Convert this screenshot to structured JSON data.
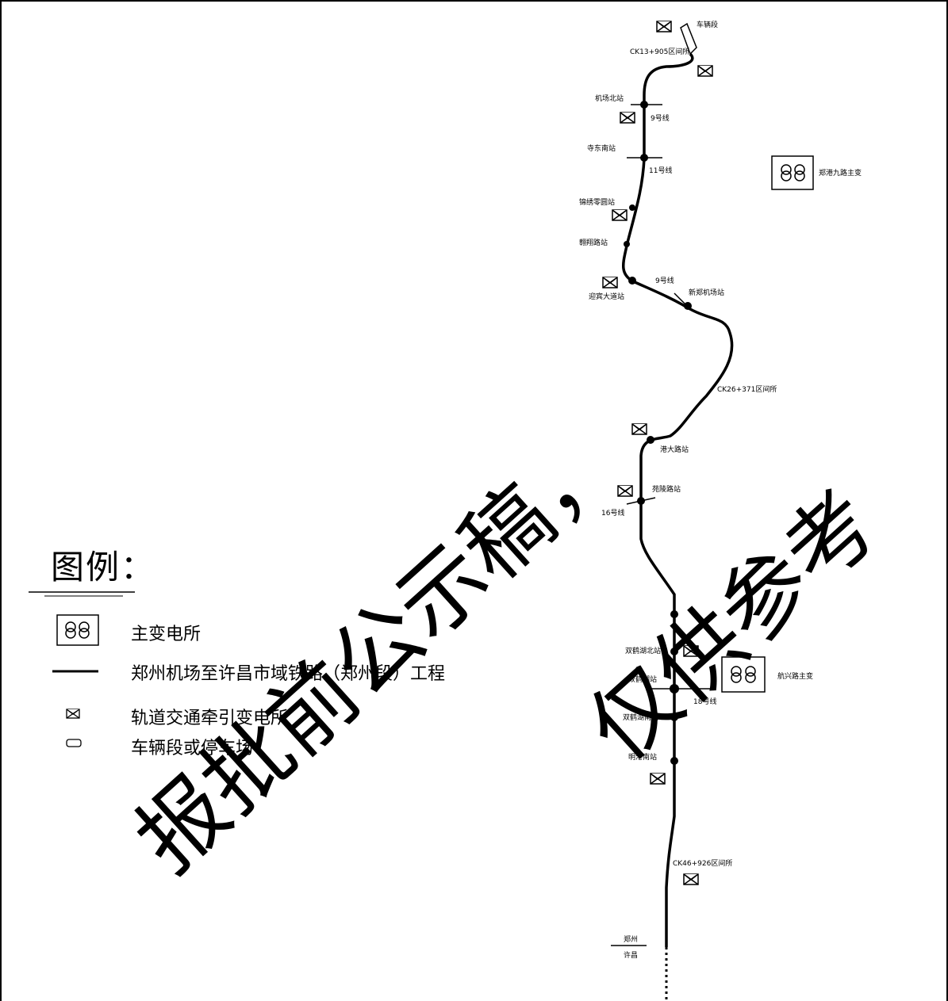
{
  "legend": {
    "title": "图例：",
    "items": [
      {
        "icon": "main-substation-icon",
        "label": "主变电所"
      },
      {
        "icon": "line-icon",
        "label": "郑州机场至许昌市域铁路（郑州段）工程"
      },
      {
        "icon": "traction-substation-icon",
        "label": "轨道交通牵引变电所"
      },
      {
        "icon": "depot-icon",
        "label": "车辆段或停车场"
      }
    ]
  },
  "map": {
    "labels": {
      "depot": "车辆段",
      "section1": "CK13+905区间所",
      "jichangbei": "机场北站",
      "line9a": "9号线",
      "sidongnan": "寺东南站",
      "line11": "11号线",
      "main_sub_1": "郑港九路主变",
      "jinxiu": "锦绣零圆站",
      "chaoyang": "翱翔路站",
      "yingbin": "迎宾大道站",
      "line9b": "9号线",
      "xinzheng": "新郑机场站",
      "section2": "CK26+371区间所",
      "gangda": "港大路站",
      "yuanling": "苑陵路站",
      "line16": "16号线",
      "shuanghebei": "双鹤湖北站",
      "shuanghe": "双鹤湖站",
      "line18": "18号线",
      "main_sub_2": "航兴路主变",
      "shuanghenan": "双鹤湖南站",
      "minggangnan": "明港南站",
      "section3": "CK46+926区间所",
      "border_top": "郑州",
      "border_bottom": "许昌"
    }
  },
  "watermark": {
    "text1": "报批前公示稿，",
    "text2": "仅供参考"
  }
}
